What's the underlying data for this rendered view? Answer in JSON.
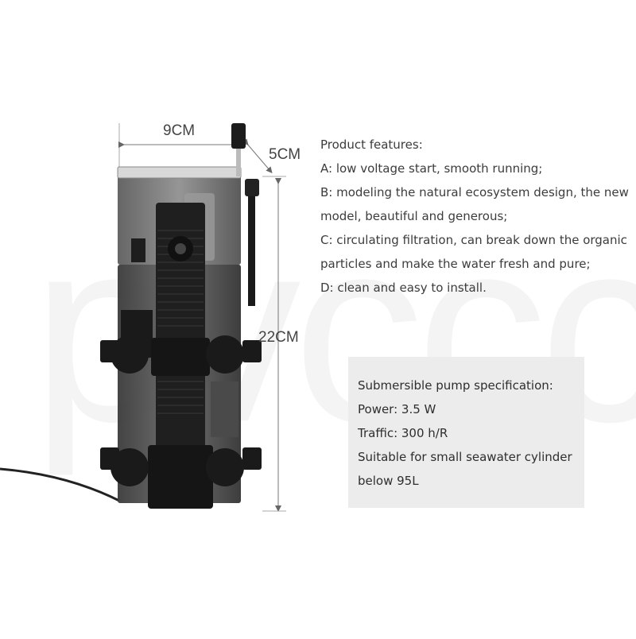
{
  "dimensions": {
    "width_label": "9CM",
    "depth_label": "5CM",
    "height_label": "22CM"
  },
  "features": {
    "heading": "Product features:",
    "lines": [
      "A: low voltage start, smooth running;",
      "B: modeling the natural ecosystem design, the new",
      "model, beautiful and generous;",
      "C: circulating filtration, can break down the organic",
      "particles and make the water fresh and pure;",
      "D: clean and easy to install."
    ]
  },
  "pump_spec": {
    "heading": "Submersible pump specification:",
    "power": "Power: 3.5 W",
    "traffic": "Traffic: 300 h/R",
    "suitable_line1": "Suitable for small seawater cylinder",
    "suitable_line2": "below 95L"
  },
  "colors": {
    "background": "#ffffff",
    "spec_box": "#ececec",
    "text": "#3c3c3c",
    "device_body": "#2b2b2b"
  },
  "icons": [
    "protein-skimmer-product-image",
    "dimension-arrow-icon"
  ]
}
